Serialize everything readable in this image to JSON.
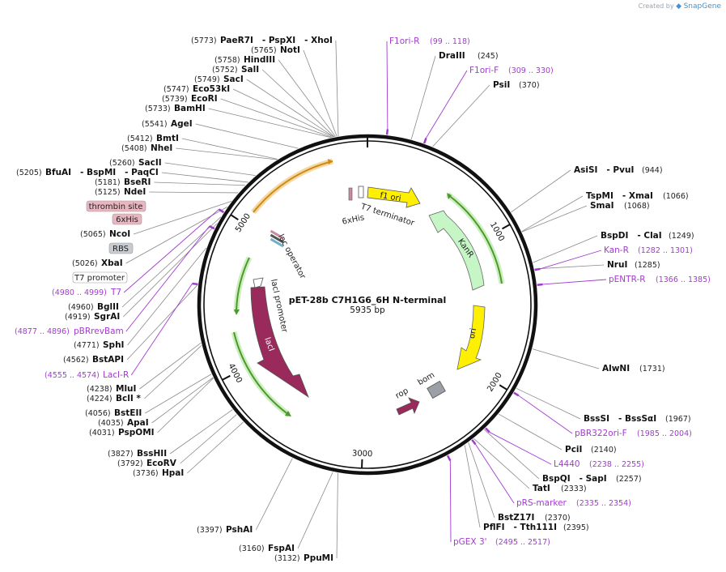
{
  "credit": {
    "prefix": "Created by",
    "brand": "SnapGene"
  },
  "plasmid": {
    "name": "pET-28b C7H1G6_6H N-terminal",
    "length_label": "5935 bp",
    "length": 5935
  },
  "ticks": [
    {
      "label": "1000",
      "pos": 1000
    },
    {
      "label": "2000",
      "pos": 2000
    },
    {
      "label": "3000",
      "pos": 3000
    },
    {
      "label": "4000",
      "pos": 4000
    },
    {
      "label": "5000",
      "pos": 5000
    }
  ],
  "labels": [
    {
      "pos": "(5773)",
      "name": "PaeR7I   - PspXI   - XhoI",
      "bp": 5773
    },
    {
      "pos": "(5765)",
      "name": "NotI",
      "bp": 5765
    },
    {
      "pos": "(5758)",
      "name": "HindIII",
      "bp": 5758
    },
    {
      "pos": "(5752)",
      "name": "SalI",
      "bp": 5752
    },
    {
      "pos": "(5749)",
      "name": "SacI",
      "bp": 5749
    },
    {
      "pos": "(5747)",
      "name": "Eco53kI",
      "bp": 5747
    },
    {
      "pos": "(5739)",
      "name": "EcoRI",
      "bp": 5739
    },
    {
      "pos": "(5733)",
      "name": "BamHI",
      "bp": 5733
    },
    {
      "pos": "(5541)",
      "name": "AgeI",
      "bp": 5541
    },
    {
      "pos": "(5412)",
      "name": "BmtI",
      "bp": 5412
    },
    {
      "pos": "(5408)",
      "name": "NheI",
      "bp": 5408
    },
    {
      "pos": "(5260)",
      "name": "SacII",
      "bp": 5260
    },
    {
      "pos": "(5205)",
      "name": "BfuAI   - BspMI   - PaqCI",
      "bp": 5205
    },
    {
      "pos": "(5181)",
      "name": "BseRI",
      "bp": 5181
    },
    {
      "pos": "(5125)",
      "name": "NdeI",
      "bp": 5125
    },
    {
      "pos": "(5065)",
      "name": "NcoI",
      "bp": 5065
    },
    {
      "pos": "(5026)",
      "name": "XbaI",
      "bp": 5026
    },
    {
      "pos": "(4960)",
      "name": "BglII",
      "bp": 4960
    },
    {
      "pos": "(4919)",
      "name": "SgrAI",
      "bp": 4919
    },
    {
      "pos": "(4771)",
      "name": "SphI",
      "bp": 4771
    },
    {
      "pos": "(4562)",
      "name": "BstAPI",
      "bp": 4562
    },
    {
      "pos": "(4238)",
      "name": "MluI",
      "bp": 4238
    },
    {
      "pos": "(4224)",
      "name": "BclI *",
      "bp": 4224
    },
    {
      "pos": "(4056)",
      "name": "BstEII",
      "bp": 4056
    },
    {
      "pos": "(4035)",
      "name": "ApaI",
      "bp": 4035
    },
    {
      "pos": "(4031)",
      "name": "PspOMI",
      "bp": 4031
    },
    {
      "pos": "(3827)",
      "name": "BssHII",
      "bp": 3827
    },
    {
      "pos": "(3792)",
      "name": "EcoRV",
      "bp": 3792
    },
    {
      "pos": "(3736)",
      "name": "HpaI",
      "bp": 3736
    },
    {
      "pos": "(3397)",
      "name": "PshAI",
      "bp": 3397
    },
    {
      "pos": "(3160)",
      "name": "FspAI",
      "bp": 3160
    },
    {
      "pos": "(3132)",
      "name": "PpuMI",
      "bp": 3132
    },
    {
      "pos": "(245)",
      "name": "DraIII",
      "bp": 245
    },
    {
      "pos": "(370)",
      "name": "PsiI",
      "bp": 370
    },
    {
      "pos": "(944)",
      "name": "AsiSI   - PvuI",
      "bp": 944
    },
    {
      "pos": "(1066)",
      "name": "TspMI   - XmaI",
      "bp": 1066
    },
    {
      "pos": "(1068)",
      "name": "SmaI",
      "bp": 1068
    },
    {
      "pos": "(1249)",
      "name": "BspDI   - ClaI",
      "bp": 1249
    },
    {
      "pos": "(1285)",
      "name": "NruI",
      "bp": 1285
    },
    {
      "pos": "(1731)",
      "name": "AlwNI",
      "bp": 1731
    },
    {
      "pos": "(1967)",
      "name": "BssSI   - BssSαI",
      "bp": 1967
    },
    {
      "pos": "(2140)",
      "name": "PciI",
      "bp": 2140
    },
    {
      "pos": "(2257)",
      "name": "BspQI   - SapI",
      "bp": 2257
    },
    {
      "pos": "(2333)",
      "name": "TatI",
      "bp": 2333
    },
    {
      "pos": "(2370)",
      "name": "BstZ17I",
      "bp": 2370
    },
    {
      "pos": "(2395)",
      "name": "PflFI   - Tth111I",
      "bp": 2395
    }
  ],
  "primers": [
    {
      "name": "F1ori-R",
      "range": "(99 .. 118)",
      "bp": 108
    },
    {
      "name": "F1ori-F",
      "range": "(309 .. 330)",
      "bp": 320
    },
    {
      "name": "Kan-R",
      "range": "(1282 .. 1301)",
      "bp": 1291
    },
    {
      "name": "pENTR-R",
      "range": "(1366 .. 1385)",
      "bp": 1375
    },
    {
      "name": "pBR322ori-F",
      "range": "(1985 .. 2004)",
      "bp": 1995
    },
    {
      "name": "L4440",
      "range": "(2238 .. 2255)",
      "bp": 2246
    },
    {
      "name": "pRS-marker",
      "range": "(2335 .. 2354)",
      "bp": 2345
    },
    {
      "name": "pGEX 3'",
      "range": "(2495 .. 2517)",
      "bp": 2506
    },
    {
      "name": "T7",
      "range": "(4980 .. 4999)",
      "bp": 4990
    },
    {
      "name": "pBRrevBam",
      "range": "(4877 .. 4896)",
      "bp": 4886
    },
    {
      "name": "LacI-R",
      "range": "(4555 .. 4574)",
      "bp": 4564
    }
  ],
  "boxed_features": [
    {
      "name": "thrombin site",
      "color": "#e8b6c0"
    },
    {
      "name": "6xHis",
      "color": "#e8b6c0"
    },
    {
      "name": "RBS",
      "color": "#c8ccd0"
    },
    {
      "name": "T7 promoter",
      "color": "#ffffff"
    }
  ],
  "features": {
    "f1_ori": "f1 ori",
    "t7_terminator": "T7 terminator",
    "his_tag": "6xHis",
    "kanr": "KanR",
    "ori": "ori",
    "lac_operator": "lac operator",
    "laci_promoter": "lacI promoter",
    "laci": "lacI",
    "rop": "rop",
    "bom": "bom"
  },
  "colors": {
    "backbone": "#111111",
    "primer": "#a23bd1",
    "ori_yellow": "#ffef00",
    "kanr_green": "#c6f5c6",
    "laci_maroon": "#992a5b",
    "rop_maroon": "#992a5b",
    "bom_gray": "#9aa0a6",
    "orf_green": "#4a9b2a",
    "orf_orange": "#d08a10"
  }
}
